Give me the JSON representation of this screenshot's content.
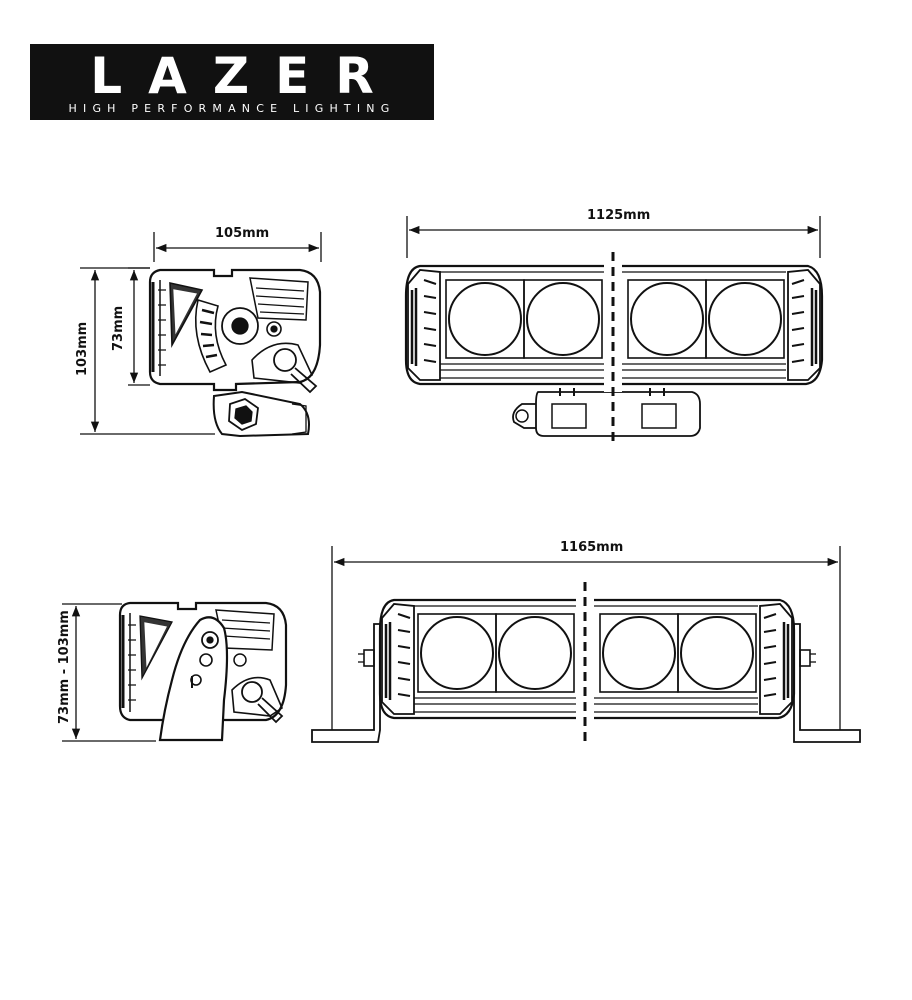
{
  "logo": {
    "wordmark": "LAZER",
    "tagline": "HIGH PERFORMANCE LIGHTING"
  },
  "dimensions": {
    "top_side_width": "105mm",
    "top_side_height_total": "103mm",
    "top_side_height_body": "73mm",
    "top_front_width": "1125mm",
    "bottom_front_width": "1165mm",
    "bottom_side_height_range": "73mm - 103mm"
  },
  "colors": {
    "line": "#111111",
    "background": "#ffffff",
    "logo_bg": "#111111"
  }
}
